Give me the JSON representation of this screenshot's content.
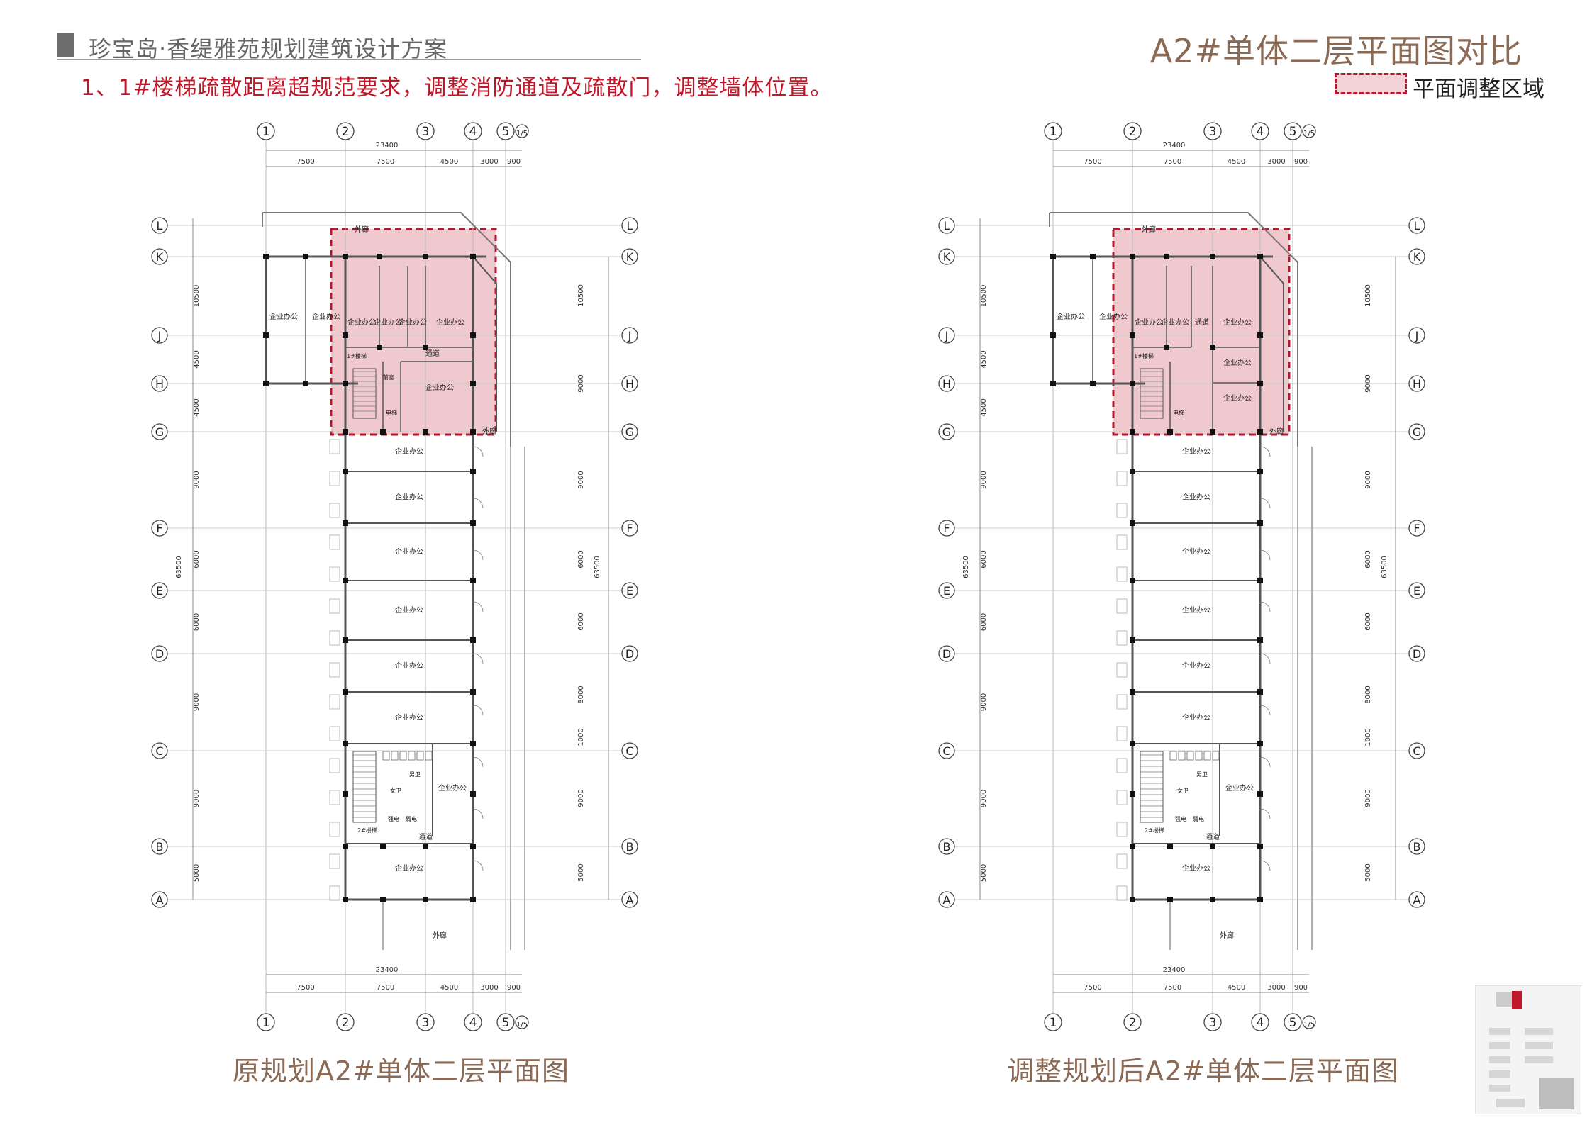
{
  "header": {
    "project_title": "珍宝岛·香缇雅苑规划建筑设计方案",
    "page_title": "A2#单体二层平面图对比",
    "note": "1、1#楼梯疏散距离超规范要求，调整消防通道及疏散门，调整墙体位置。",
    "legend_label": "平面调整区域"
  },
  "captions": {
    "left": "原规划A2#单体二层平面图",
    "right": "调整规划后A2#单体二层平面图"
  },
  "colors": {
    "accent": "#8a6a55",
    "note_red": "#c0182a",
    "highlight_border": "#b31b2c",
    "highlight_fill": "#f0c9ce"
  },
  "plan": {
    "col_axes": [
      "1",
      "2",
      "3",
      "4",
      "5",
      "1/5"
    ],
    "row_axes": [
      "L",
      "K",
      "J",
      "H",
      "G",
      "F",
      "E",
      "D",
      "C",
      "B",
      "A"
    ],
    "col_dims": [
      "7500",
      "7500",
      "4500",
      "3000",
      "900"
    ],
    "total_width": "23400",
    "left_dims": [
      "10500",
      "4500",
      "4500",
      "9000",
      "6000",
      "6000",
      "9000",
      "9000",
      "5000"
    ],
    "right_dims": [
      "10500",
      "9000",
      "9000",
      "6000",
      "6000",
      "8000",
      "1000",
      "9000",
      "5000"
    ],
    "total_depth": "63500",
    "office": "企业办公",
    "corridor": "通道",
    "outer_corridor": "外廊",
    "stair1": "1#楼梯",
    "stair2": "2#楼梯",
    "lift_hall": "前室",
    "lift": "电梯",
    "wc_m": "男卫",
    "wc_f": "女卫",
    "elec": "强电",
    "weak": "弱电"
  }
}
